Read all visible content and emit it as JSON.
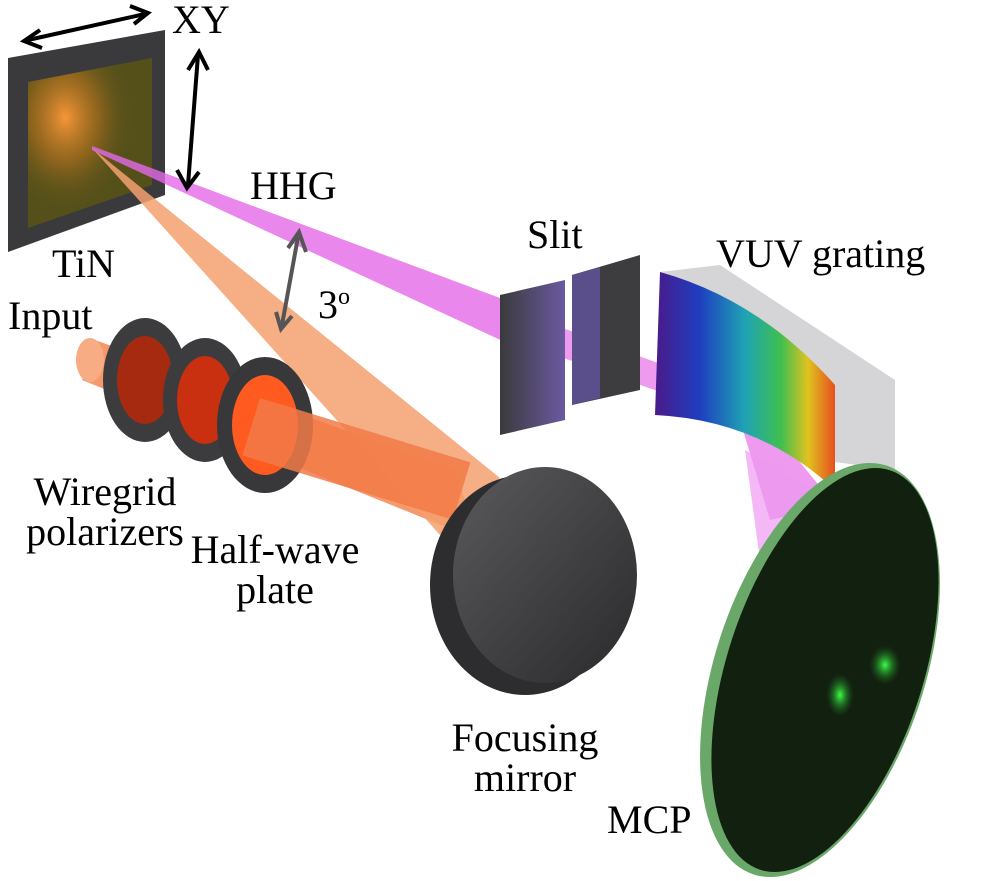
{
  "labels": {
    "xy": "XY",
    "tin": "TiN",
    "hhg": "HHG",
    "angle": "3",
    "angle_unit": "o",
    "input": "Input",
    "slit": "Slit",
    "vuv_grating": "VUV grating",
    "wiregrid_line1": "Wiregrid",
    "wiregrid_line2": "polarizers",
    "halfwave_line1": "Half-wave",
    "halfwave_line2": "plate",
    "focusing_line1": "Focusing",
    "focusing_line2": "mirror",
    "mcp": "MCP"
  },
  "colors": {
    "sample_frame": "#3a3a3c",
    "sample_face": "#55501a",
    "input_beam": "#f5a070",
    "hhg_beam": "#e46ae8",
    "optics_dark": "#3c3c3e",
    "mcp_screen": "#12200f",
    "mcp_rim": "#6aa86a",
    "mcp_spot": "#33e040"
  }
}
